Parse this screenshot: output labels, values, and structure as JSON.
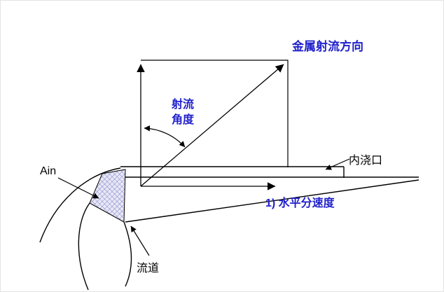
{
  "diagram": {
    "labels": {
      "jet_direction": "金属射流方向",
      "jet_angle_line1": "射流",
      "jet_angle_line2": "角度",
      "ingate": "内浇口",
      "horizontal_velocity": "1) 水平分速度",
      "area_symbol": "Ain",
      "runner": "流道"
    },
    "colors": {
      "label_blue": "#2121cc",
      "line_black": "#000000",
      "hatch_fill_bg": "#e8e8f6",
      "hatch_line": "#8080c8"
    }
  }
}
